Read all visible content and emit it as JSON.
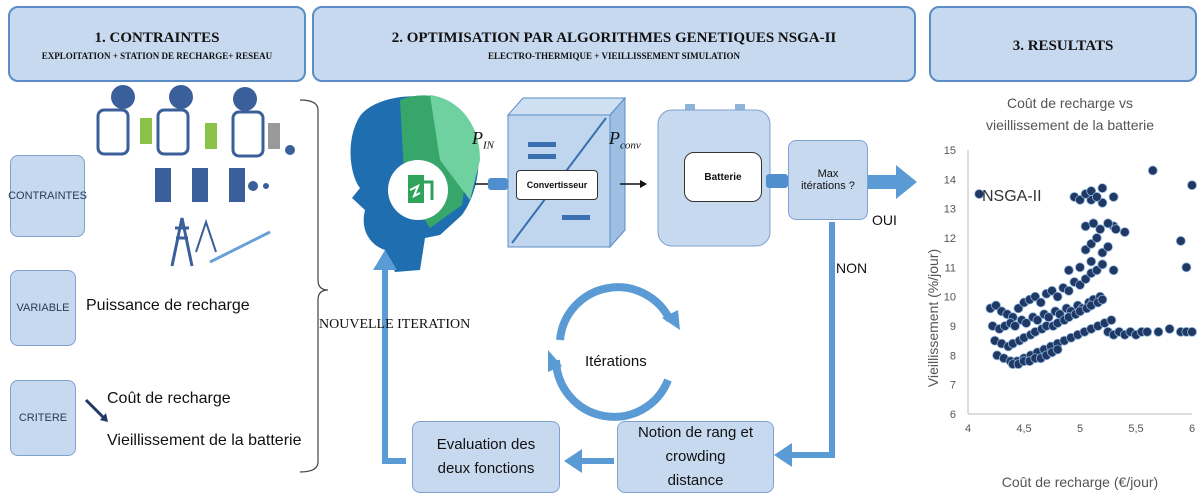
{
  "headers": [
    {
      "title": "1. CONTRAINTES",
      "subtitle": "EXPLOITATION  + STATION  DE RECHARGE+ RESEAU"
    },
    {
      "title": "2. OPTIMISATION PAR ALGORITHMES GENETIQUES NSGA-II",
      "subtitle": "ELECTRO-THERMIQUE  + VIEILLISSEMENT  SIMULATION"
    },
    {
      "title": "3. RESULTATS",
      "subtitle": ""
    }
  ],
  "left": {
    "contraintes": "CONTRAINTES",
    "variable": "VARIABLE",
    "variable_text": "Puissance de recharge",
    "critere": "CRITERE",
    "critere_1": "Coût de recharge",
    "critere_2": "Vieillissement de la batterie"
  },
  "middle": {
    "p_in": "P",
    "p_in_sub": "IN",
    "p_conv": "P",
    "p_conv_sub": "conv",
    "convertisseur": "Convertisseur",
    "batterie": "Batterie",
    "max_iter": "Max itérations ?",
    "oui": "OUI",
    "non": "NON",
    "nouvelle_iteration": "NOUVELLE ITERATION",
    "iterations": "Itérations",
    "notion": "Notion de rang et crowding distance",
    "evaluation": "Evaluation des deux fonctions"
  },
  "chart_data": {
    "type": "scatter",
    "title": "Coût de recharge vs vieillissement de la batterie",
    "xlabel": "Coût de recharge (€/jour)",
    "ylabel": "Vieillissement (%/jour)",
    "xlim": [
      4,
      6
    ],
    "ylim": [
      6,
      15
    ],
    "xticks": [
      "4",
      "4,5",
      "5",
      "5,5",
      "6"
    ],
    "yticks": [
      "6",
      "7",
      "8",
      "9",
      "10",
      "11",
      "12",
      "13",
      "14",
      "15"
    ],
    "series": [
      {
        "name": "NSGA-II",
        "color": "#1f3864",
        "x": [
          4.2,
          4.25,
          4.3,
          4.35,
          4.4,
          4.45,
          4.5,
          4.55,
          4.6,
          4.65,
          4.7,
          4.75,
          4.8,
          4.85,
          4.9,
          4.95,
          5.0,
          5.05,
          5.1,
          5.15,
          5.2,
          4.22,
          4.28,
          4.33,
          4.38,
          4.42,
          4.48,
          4.52,
          4.58,
          4.62,
          4.68,
          4.72,
          4.78,
          4.82,
          4.88,
          4.92,
          4.98,
          5.02,
          5.08,
          5.12,
          5.18,
          4.24,
          4.3,
          4.36,
          4.4,
          4.46,
          4.5,
          4.56,
          4.6,
          4.66,
          4.7,
          4.76,
          4.8,
          4.86,
          4.9,
          4.96,
          5.0,
          5.06,
          5.1,
          5.16,
          5.2,
          4.26,
          4.32,
          4.38,
          4.44,
          4.5,
          4.56,
          4.62,
          4.68,
          4.74,
          4.8,
          4.86,
          4.92,
          4.98,
          5.04,
          5.1,
          5.16,
          5.22,
          5.28,
          4.4,
          4.45,
          4.5,
          4.55,
          4.6,
          4.65,
          4.7,
          4.75,
          4.8,
          5.25,
          5.3,
          5.35,
          5.4,
          5.45,
          5.5,
          5.55,
          5.6,
          5.7,
          5.8,
          5.9,
          5.95,
          6.0,
          5.05,
          5.1,
          5.15,
          5.2,
          5.25,
          5.3,
          5.05,
          5.12,
          5.18,
          5.25,
          5.32,
          5.4,
          5.1,
          5.2,
          5.3,
          4.95,
          5.0,
          5.05,
          5.1,
          5.15,
          5.2,
          4.9,
          5.0,
          5.1,
          5.2,
          5.3,
          5.65,
          5.9,
          5.95,
          6.0,
          4.1
        ],
        "y": [
          9.6,
          9.7,
          9.5,
          9.4,
          9.3,
          9.6,
          9.8,
          9.9,
          10.0,
          9.8,
          10.1,
          10.2,
          10.0,
          10.3,
          10.2,
          10.5,
          10.4,
          10.6,
          10.8,
          10.9,
          11.1,
          9.0,
          8.9,
          9.0,
          9.1,
          9.0,
          9.2,
          9.1,
          9.3,
          9.2,
          9.4,
          9.3,
          9.5,
          9.4,
          9.6,
          9.5,
          9.7,
          9.6,
          9.8,
          9.9,
          10.0,
          8.5,
          8.4,
          8.3,
          8.4,
          8.5,
          8.6,
          8.7,
          8.8,
          8.9,
          9.0,
          9.0,
          9.1,
          9.2,
          9.3,
          9.4,
          9.5,
          9.6,
          9.7,
          9.8,
          9.9,
          8.0,
          7.9,
          7.8,
          7.8,
          7.9,
          8.0,
          8.1,
          8.2,
          8.3,
          8.4,
          8.5,
          8.6,
          8.7,
          8.8,
          8.9,
          9.0,
          9.1,
          9.2,
          7.7,
          7.7,
          7.8,
          7.8,
          7.9,
          7.9,
          8.0,
          8.1,
          8.2,
          8.8,
          8.7,
          8.8,
          8.7,
          8.8,
          8.7,
          8.8,
          8.8,
          8.8,
          8.9,
          8.8,
          8.8,
          8.8,
          11.6,
          11.8,
          12.0,
          11.5,
          11.7,
          12.4,
          12.4,
          12.5,
          12.3,
          12.5,
          12.3,
          12.2,
          13.3,
          13.2,
          13.4,
          13.4,
          13.3,
          13.5,
          13.6,
          13.4,
          13.7,
          10.9,
          11.0,
          11.2,
          11.1,
          10.9,
          14.3,
          11.9,
          11.0,
          13.8,
          13.5
        ]
      }
    ]
  }
}
